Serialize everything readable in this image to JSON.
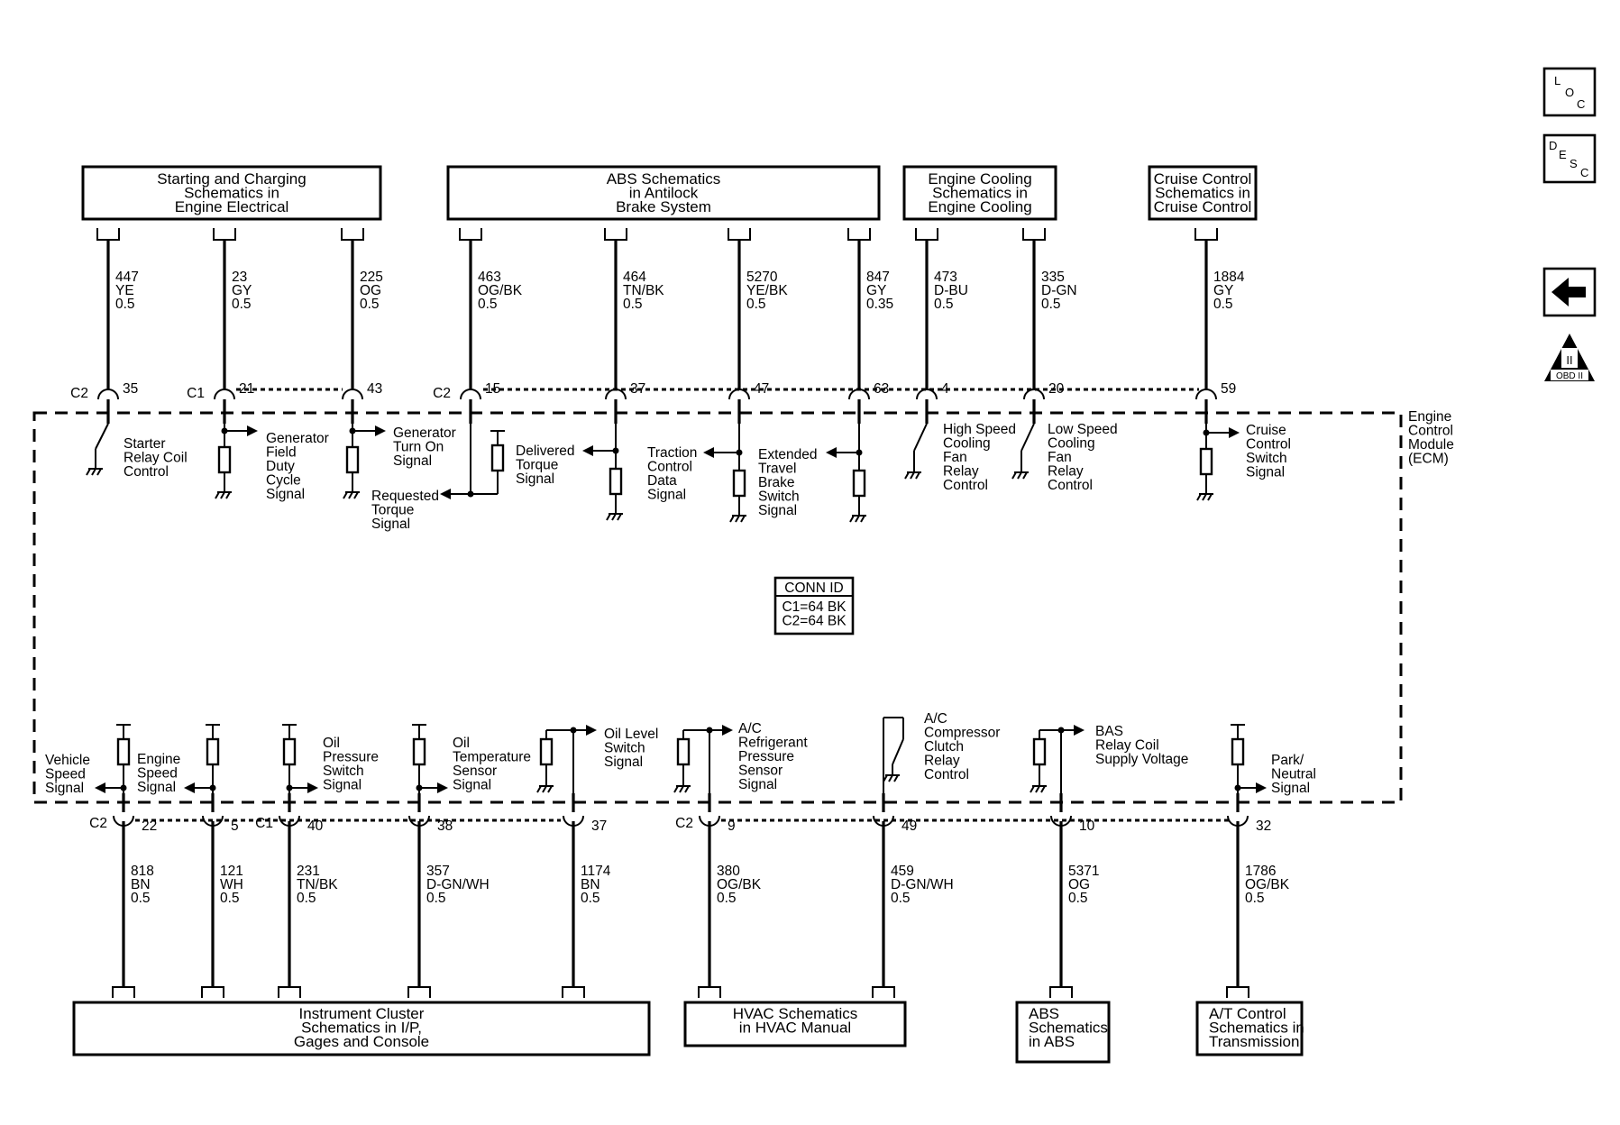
{
  "top_modules": [
    {
      "lines": [
        "Starting and Charging",
        "Schematics in",
        "Engine Electrical"
      ]
    },
    {
      "lines": [
        "ABS Schematics",
        "in Antilock",
        "Brake System"
      ]
    },
    {
      "lines": [
        "Engine Cooling",
        "Schematics in",
        "Engine Cooling"
      ]
    },
    {
      "lines": [
        "Cruise Control",
        "Schematics in",
        "Cruise Control"
      ]
    }
  ],
  "bottom_modules": [
    {
      "lines": [
        "Instrument Cluster",
        "Schematics in I/P,",
        "Gages and Console"
      ]
    },
    {
      "lines": [
        "HVAC Schematics",
        "in HVAC Manual"
      ]
    },
    {
      "lines": [
        "ABS",
        "Schematics",
        "in ABS"
      ]
    },
    {
      "lines": [
        "A/T Control",
        "Schematics in",
        "Transmission"
      ]
    }
  ],
  "top_circuits": [
    {
      "circuit": "447",
      "color": "YE",
      "size": "0.5",
      "connector": "C2",
      "pin": "35",
      "signal": [
        "Starter",
        "Relay Coil",
        "Control"
      ]
    },
    {
      "circuit": "23",
      "color": "GY",
      "size": "0.5",
      "connector": "C1",
      "pin": "21",
      "signal": [
        "Generator",
        "Field",
        "Duty",
        "Cycle",
        "Signal"
      ]
    },
    {
      "circuit": "225",
      "color": "OG",
      "size": "0.5",
      "connector": "",
      "pin": "43",
      "signal": [
        "Generator",
        "Turn On",
        "Signal"
      ]
    },
    {
      "circuit": "463",
      "color": "OG/BK",
      "size": "0.5",
      "connector": "C2",
      "pin": "15",
      "signal": [
        "Requested",
        "Torque",
        "Signal"
      ]
    },
    {
      "circuit": "464",
      "color": "TN/BK",
      "size": "0.5",
      "connector": "",
      "pin": "37",
      "signal": [
        "Delivered",
        "Torque",
        "Signal"
      ]
    },
    {
      "circuit": "5270",
      "color": "YE/BK",
      "size": "0.5",
      "connector": "",
      "pin": "47",
      "signal": [
        "Traction",
        "Control",
        "Data",
        "Signal"
      ]
    },
    {
      "circuit": "847",
      "color": "GY",
      "size": "0.35",
      "connector": "",
      "pin": "63",
      "signal": [
        "Extended",
        "Travel",
        "Brake",
        "Switch",
        "Signal"
      ]
    },
    {
      "circuit": "473",
      "color": "D-BU",
      "size": "0.5",
      "connector": "",
      "pin": "4",
      "signal": [
        "High Speed",
        "Cooling",
        "Fan",
        "Relay",
        "Control"
      ]
    },
    {
      "circuit": "335",
      "color": "D-GN",
      "size": "0.5",
      "connector": "",
      "pin": "20",
      "signal": [
        "Low Speed",
        "Cooling",
        "Fan",
        "Relay",
        "Control"
      ]
    },
    {
      "circuit": "1884",
      "color": "GY",
      "size": "0.5",
      "connector": "",
      "pin": "59",
      "signal": [
        "Cruise",
        "Control",
        "Switch",
        "Signal"
      ]
    }
  ],
  "bottom_circuits": [
    {
      "circuit": "818",
      "color": "BN",
      "size": "0.5",
      "connector": "C2",
      "pin": "22",
      "signal": [
        "Vehicle",
        "Speed",
        "Signal"
      ]
    },
    {
      "circuit": "121",
      "color": "WH",
      "size": "0.5",
      "connector": "",
      "pin": "5",
      "signal": [
        "Engine",
        "Speed",
        "Signal"
      ]
    },
    {
      "circuit": "231",
      "color": "TN/BK",
      "size": "0.5",
      "connector": "C1",
      "pin": "40",
      "signal": [
        "Oil",
        "Pressure",
        "Switch",
        "Signal"
      ]
    },
    {
      "circuit": "357",
      "color": "D-GN/WH",
      "size": "0.5",
      "connector": "",
      "pin": "38",
      "signal": [
        "Oil",
        "Temperature",
        "Sensor",
        "Signal"
      ]
    },
    {
      "circuit": "1174",
      "color": "BN",
      "size": "0.5",
      "connector": "",
      "pin": "37",
      "signal": [
        "Oil Level",
        "Switch",
        "Signal"
      ]
    },
    {
      "circuit": "380",
      "color": "OG/BK",
      "size": "0.5",
      "connector": "C2",
      "pin": "9",
      "signal": [
        "A/C",
        "Refrigerant",
        "Pressure",
        "Sensor",
        "Signal"
      ]
    },
    {
      "circuit": "459",
      "color": "D-GN/WH",
      "size": "0.5",
      "connector": "",
      "pin": "49",
      "signal": [
        "A/C",
        "Compressor",
        "Clutch",
        "Relay",
        "Control"
      ]
    },
    {
      "circuit": "5371",
      "color": "OG",
      "size": "0.5",
      "connector": "",
      "pin": "10",
      "signal": [
        "BAS",
        "Relay Coil",
        "Supply Voltage"
      ]
    },
    {
      "circuit": "1786",
      "color": "OG/BK",
      "size": "0.5",
      "connector": "",
      "pin": "32",
      "signal": [
        "Park/",
        "Neutral",
        "Signal"
      ]
    }
  ],
  "ecm_label": [
    "Engine",
    "Control",
    "Module",
    "(ECM)"
  ],
  "conn_id": {
    "title": "CONN ID",
    "lines": [
      "C1=64 BK",
      "C2=64 BK"
    ]
  },
  "side_icons": [
    {
      "name": "loc",
      "letters": [
        "L",
        "O",
        "C"
      ]
    },
    {
      "name": "desc",
      "letters": [
        "D",
        "E",
        "S",
        "C"
      ]
    },
    {
      "name": "back-arrow",
      "letters": []
    },
    {
      "name": "obd",
      "letters": [
        "II",
        "OBD II"
      ]
    }
  ]
}
